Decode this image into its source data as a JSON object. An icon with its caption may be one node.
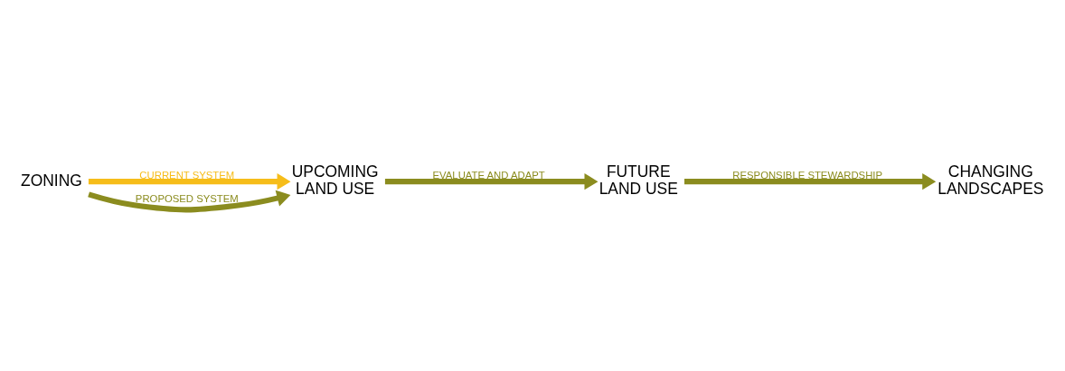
{
  "diagram": {
    "nodes": [
      {
        "text": [
          "ZONING"
        ]
      },
      {
        "text": [
          "UPCOMING LAND USE"
        ]
      },
      {
        "text": [
          "FUTURE LAND USE"
        ]
      },
      {
        "text": [
          "CHANGING LANDSCAPES"
        ]
      }
    ],
    "edges": [
      {
        "from": 0,
        "to": 1,
        "arrow": "to",
        "label": "CURRENT SYSTEM",
        "color": "#f6bd1a"
      },
      {
        "from": 0,
        "to": 1,
        "arrow": "to",
        "label": "PROPOSED SYSTEM"
      },
      {
        "from": 1,
        "to": 2,
        "arrow": "to",
        "label": "EVALUATE AND ADAPT"
      },
      {
        "from": 2,
        "to": 3,
        "arrow": "to",
        "label": "RESPONSIBLE STEWARDSHIP"
      }
    ]
  }
}
